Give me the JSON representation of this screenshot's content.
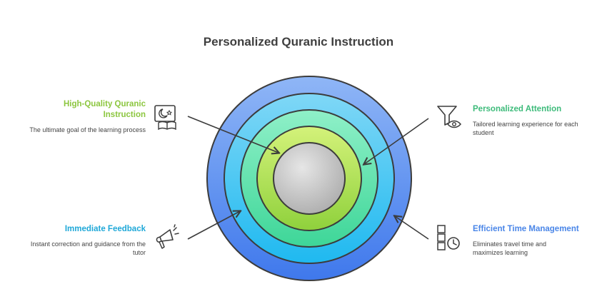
{
  "title": "Personalized Quranic Instruction",
  "items": [
    {
      "heading": "High-Quality Quranic Instruction",
      "description": "The ultimate goal of the learning process",
      "color": "#8cc63f",
      "icon": "book-crescent-icon"
    },
    {
      "heading": "Personalized Attention",
      "description": "Tailored learning experience for each student",
      "color": "#3dbb7a",
      "icon": "filter-eye-icon"
    },
    {
      "heading": "Immediate Feedback",
      "description": "Instant correction and guidance from the tutor",
      "color": "#1fa8d8",
      "icon": "megaphone-icon"
    },
    {
      "heading": "Efficient Time Management",
      "description": "Eliminates travel time and maximizes learning",
      "color": "#4a86e8",
      "icon": "schedule-clock-icon"
    }
  ],
  "rings": {
    "outer_color": "#5b8ff0",
    "second_color": "#33c4f2",
    "third_color": "#52e0a6",
    "fourth_color": "#a6e05a",
    "core_color": "#c8c8c8"
  }
}
